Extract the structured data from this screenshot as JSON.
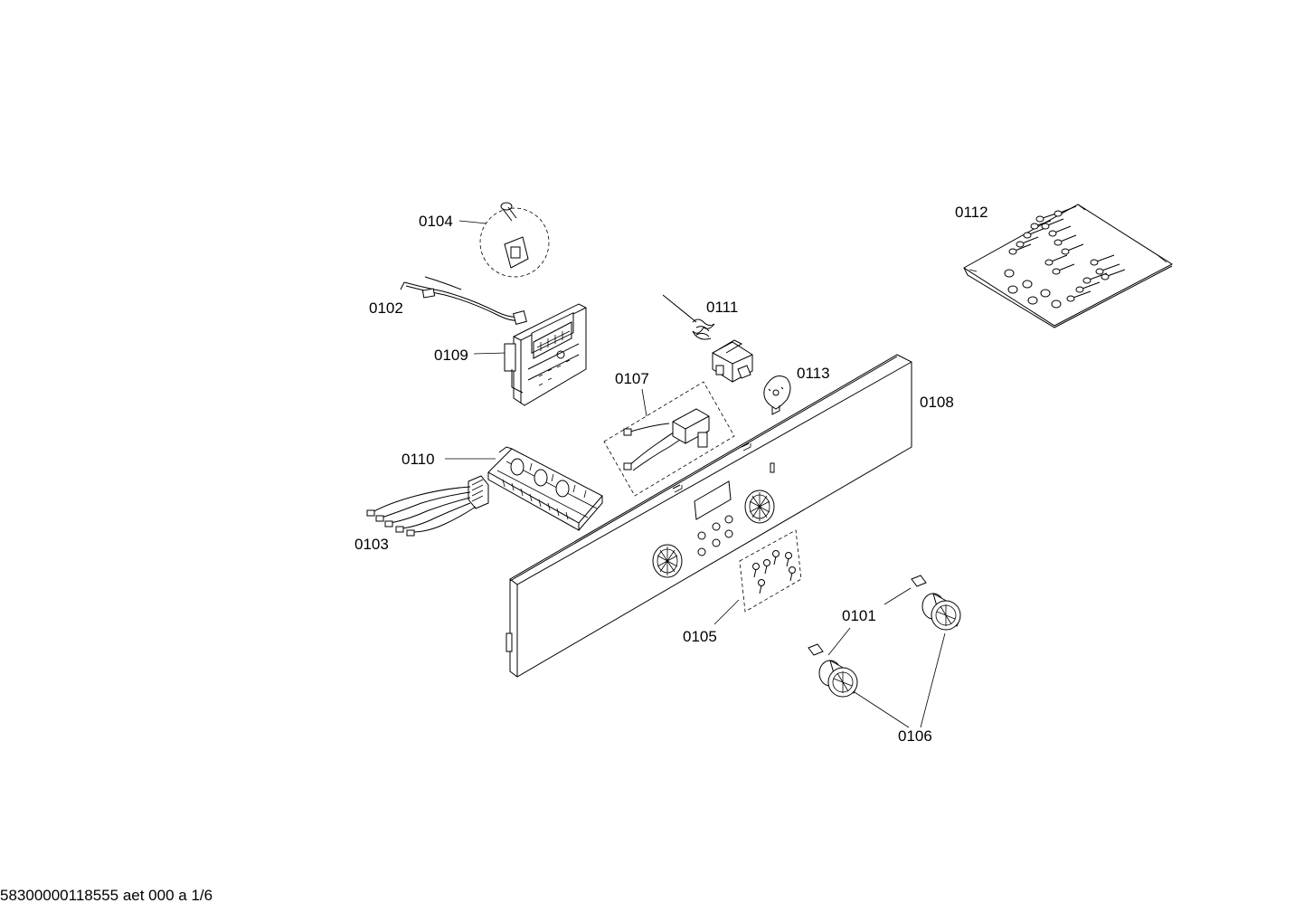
{
  "diagram": {
    "labels": {
      "p0101": "0101",
      "p0102": "0102",
      "p0103": "0103",
      "p0104": "0104",
      "p0105": "0105",
      "p0106": "0106",
      "p0107": "0107",
      "p0108": "0108",
      "p0109": "0109",
      "p0110": "0110",
      "p0111": "0111",
      "p0112": "0112",
      "p0113": "0113"
    },
    "footer": "58300000118555 aet 000 a 1/6"
  }
}
